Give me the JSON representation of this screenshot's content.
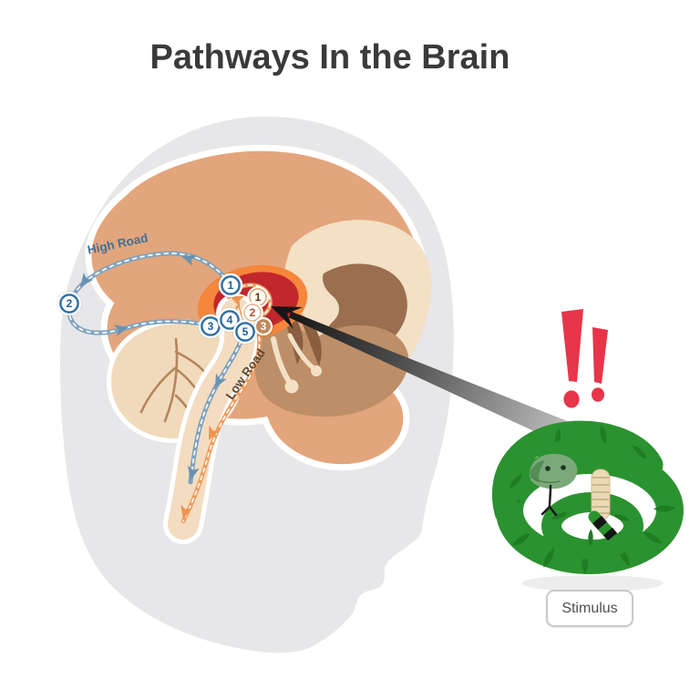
{
  "title": "Pathways In the Brain",
  "title_color": "#3A3A3C",
  "pathways": {
    "high_road": {
      "label": "High Road",
      "markers": [
        "1",
        "2",
        "3",
        "4",
        "5"
      ],
      "path_color": "#7FA3BF",
      "label_color": "#3E7199",
      "marker_number_color": "#1D5E96"
    },
    "low_road": {
      "label": "Low Road",
      "markers": [
        "1",
        "2",
        "3"
      ],
      "path_color": "#F09A5C",
      "label_color": "#5C4937"
    }
  },
  "stimulus": {
    "label": "Stimulus",
    "alert_symbol": "!!",
    "alert_color": "#E7354A",
    "animal": "snake",
    "snake_color": "#2B9230"
  },
  "brain_colors": {
    "head_silhouette": "#E7E7E9",
    "cortex": "#E3A57C",
    "inner_region": "#F3E0C5",
    "deep_region": "#9A6F50",
    "temporal_region": "#BD8E68",
    "cerebellum": "#F0DABB",
    "brainstem": "#F4DCC0",
    "thalamus_orange": "#F5863B",
    "amygdala_red": "#C1272D"
  }
}
